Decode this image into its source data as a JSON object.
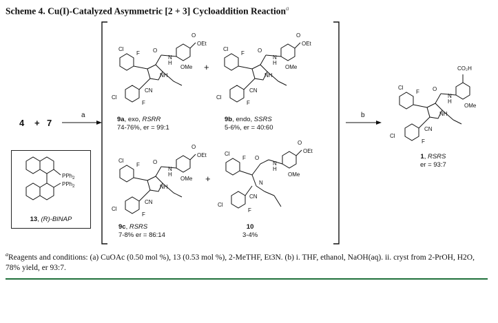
{
  "title": {
    "prefix": "Scheme 4. Cu(I)-Catalyzed Asymmetric [2 + 3] Cycloaddition Reaction",
    "note_mark": "a"
  },
  "reaction": {
    "reactant_a": "4",
    "plus": "+",
    "reactant_b": "7",
    "step_a": "a",
    "step_b": "b"
  },
  "catalyst": {
    "number": "13",
    "name": "(R)-BINAP",
    "pph2_top": "PPh",
    "pph2_bottom": "PPh",
    "sub": "2"
  },
  "products": [
    {
      "id": "9a",
      "desc": "exo,",
      "stereo": "RSRR",
      "yield_line": "74-76%, er = 99:1"
    },
    {
      "id": "9b",
      "desc": "endo,",
      "stereo": "SSRS",
      "yield_line": "5-6%, er = 40:60"
    },
    {
      "id": "9c",
      "desc": "",
      "stereo": "RSRS",
      "yield_line": "7-8% er = 86:14"
    },
    {
      "id": "10",
      "desc": "",
      "stereo": "",
      "yield_line": "3-4%"
    }
  ],
  "final_product": {
    "id": "1",
    "stereo": "RSRS",
    "er": "er = 93:7"
  },
  "atoms": {
    "cl": "Cl",
    "f": "F",
    "o": "O",
    "oet": "OEt",
    "ome": "OMe",
    "n": "N",
    "h": "H",
    "nh": "NH",
    "cn": "CN",
    "co2h": "CO₂H"
  },
  "footnote": {
    "mark": "a",
    "text": "Reagents and conditions: (a) CuOAc (0.50 mol %), 13 (0.53 mol %), 2-MeTHF, Et3N. (b) i. THF, ethanol, NaOH(aq). ii. cryst from 2-PrOH, H2O, 78% yield, er 93:7."
  }
}
